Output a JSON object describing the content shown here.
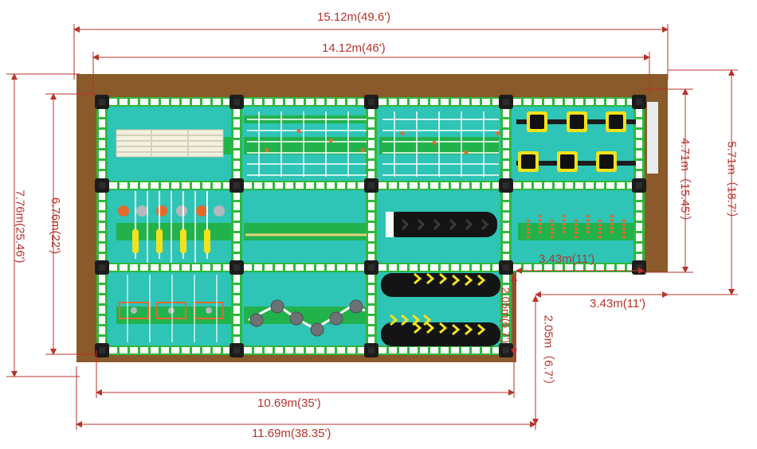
{
  "dimensions": {
    "top_outer": "15.12m(49.6')",
    "top_inner": "14.12m(46')",
    "left_outer": "7.76m(25.46')",
    "left_inner": "6.76m(22')",
    "right_inner": "4.71m（15.45’）",
    "right_outer": "5.71m（18.7’）",
    "bottom_inner": "10.69m(35')",
    "bottom_outer": "11.69m(38.35')",
    "notch_width_inner": "3.43m(11')",
    "notch_width_outer": "3.43m(11')",
    "notch_height_inner": "2.05m(6.7')",
    "notch_height_outer": "2.05m（6.7’）"
  },
  "colors": {
    "dimension": "#b8332b",
    "ground": "#8a5a2b",
    "frame": "#2fb83c",
    "pool": "#2ec4b6",
    "lane": "#22b24c",
    "post": "#1c1c1c",
    "tunnel": "#141414",
    "arrow": "#f3e21b",
    "pillar": "#e36a2b"
  }
}
